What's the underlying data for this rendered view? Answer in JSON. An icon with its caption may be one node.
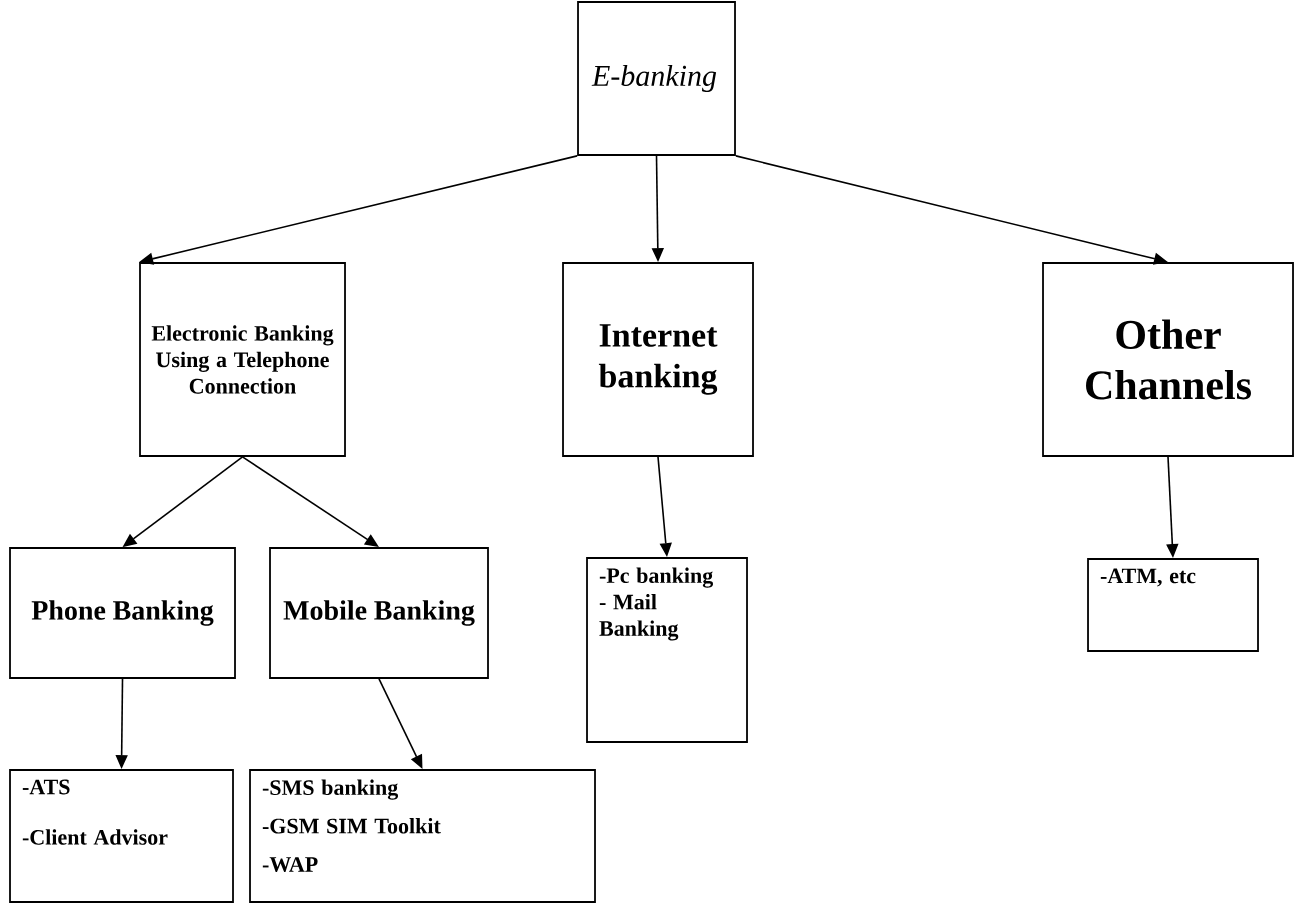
{
  "diagram": {
    "nodes": [
      {
        "text": [
          "E-banking"
        ]
      },
      {
        "text": [
          "Electronic Banking Using a Telephone Connection"
        ]
      },
      {
        "text": [
          "Internet banking"
        ]
      },
      {
        "text": [
          "Other Channels"
        ]
      },
      {
        "text": [
          "Phone Banking"
        ]
      },
      {
        "text": [
          "Mobile Banking"
        ]
      },
      {
        "text": [
          "-Pc banking",
          "- Mail Banking"
        ]
      },
      {
        "text": [
          "-ATM, etc"
        ]
      },
      {
        "text": [
          "-ATS",
          "-Client Advisor"
        ]
      },
      {
        "text": [
          "-SMS banking",
          "-GSM SIM Toolkit",
          "-WAP"
        ]
      }
    ],
    "edges": [
      {
        "from": 0,
        "to": 1,
        "arrow": "to"
      },
      {
        "from": 0,
        "to": 2,
        "arrow": "to"
      },
      {
        "from": 0,
        "to": 3,
        "arrow": "to"
      },
      {
        "from": 1,
        "to": 4,
        "arrow": "to"
      },
      {
        "from": 1,
        "to": 5,
        "arrow": "to"
      },
      {
        "from": 2,
        "to": 6,
        "arrow": "to"
      },
      {
        "from": 3,
        "to": 7,
        "arrow": "to"
      },
      {
        "from": 4,
        "to": 8,
        "arrow": "to"
      },
      {
        "from": 5,
        "to": 9,
        "arrow": "to"
      }
    ]
  }
}
